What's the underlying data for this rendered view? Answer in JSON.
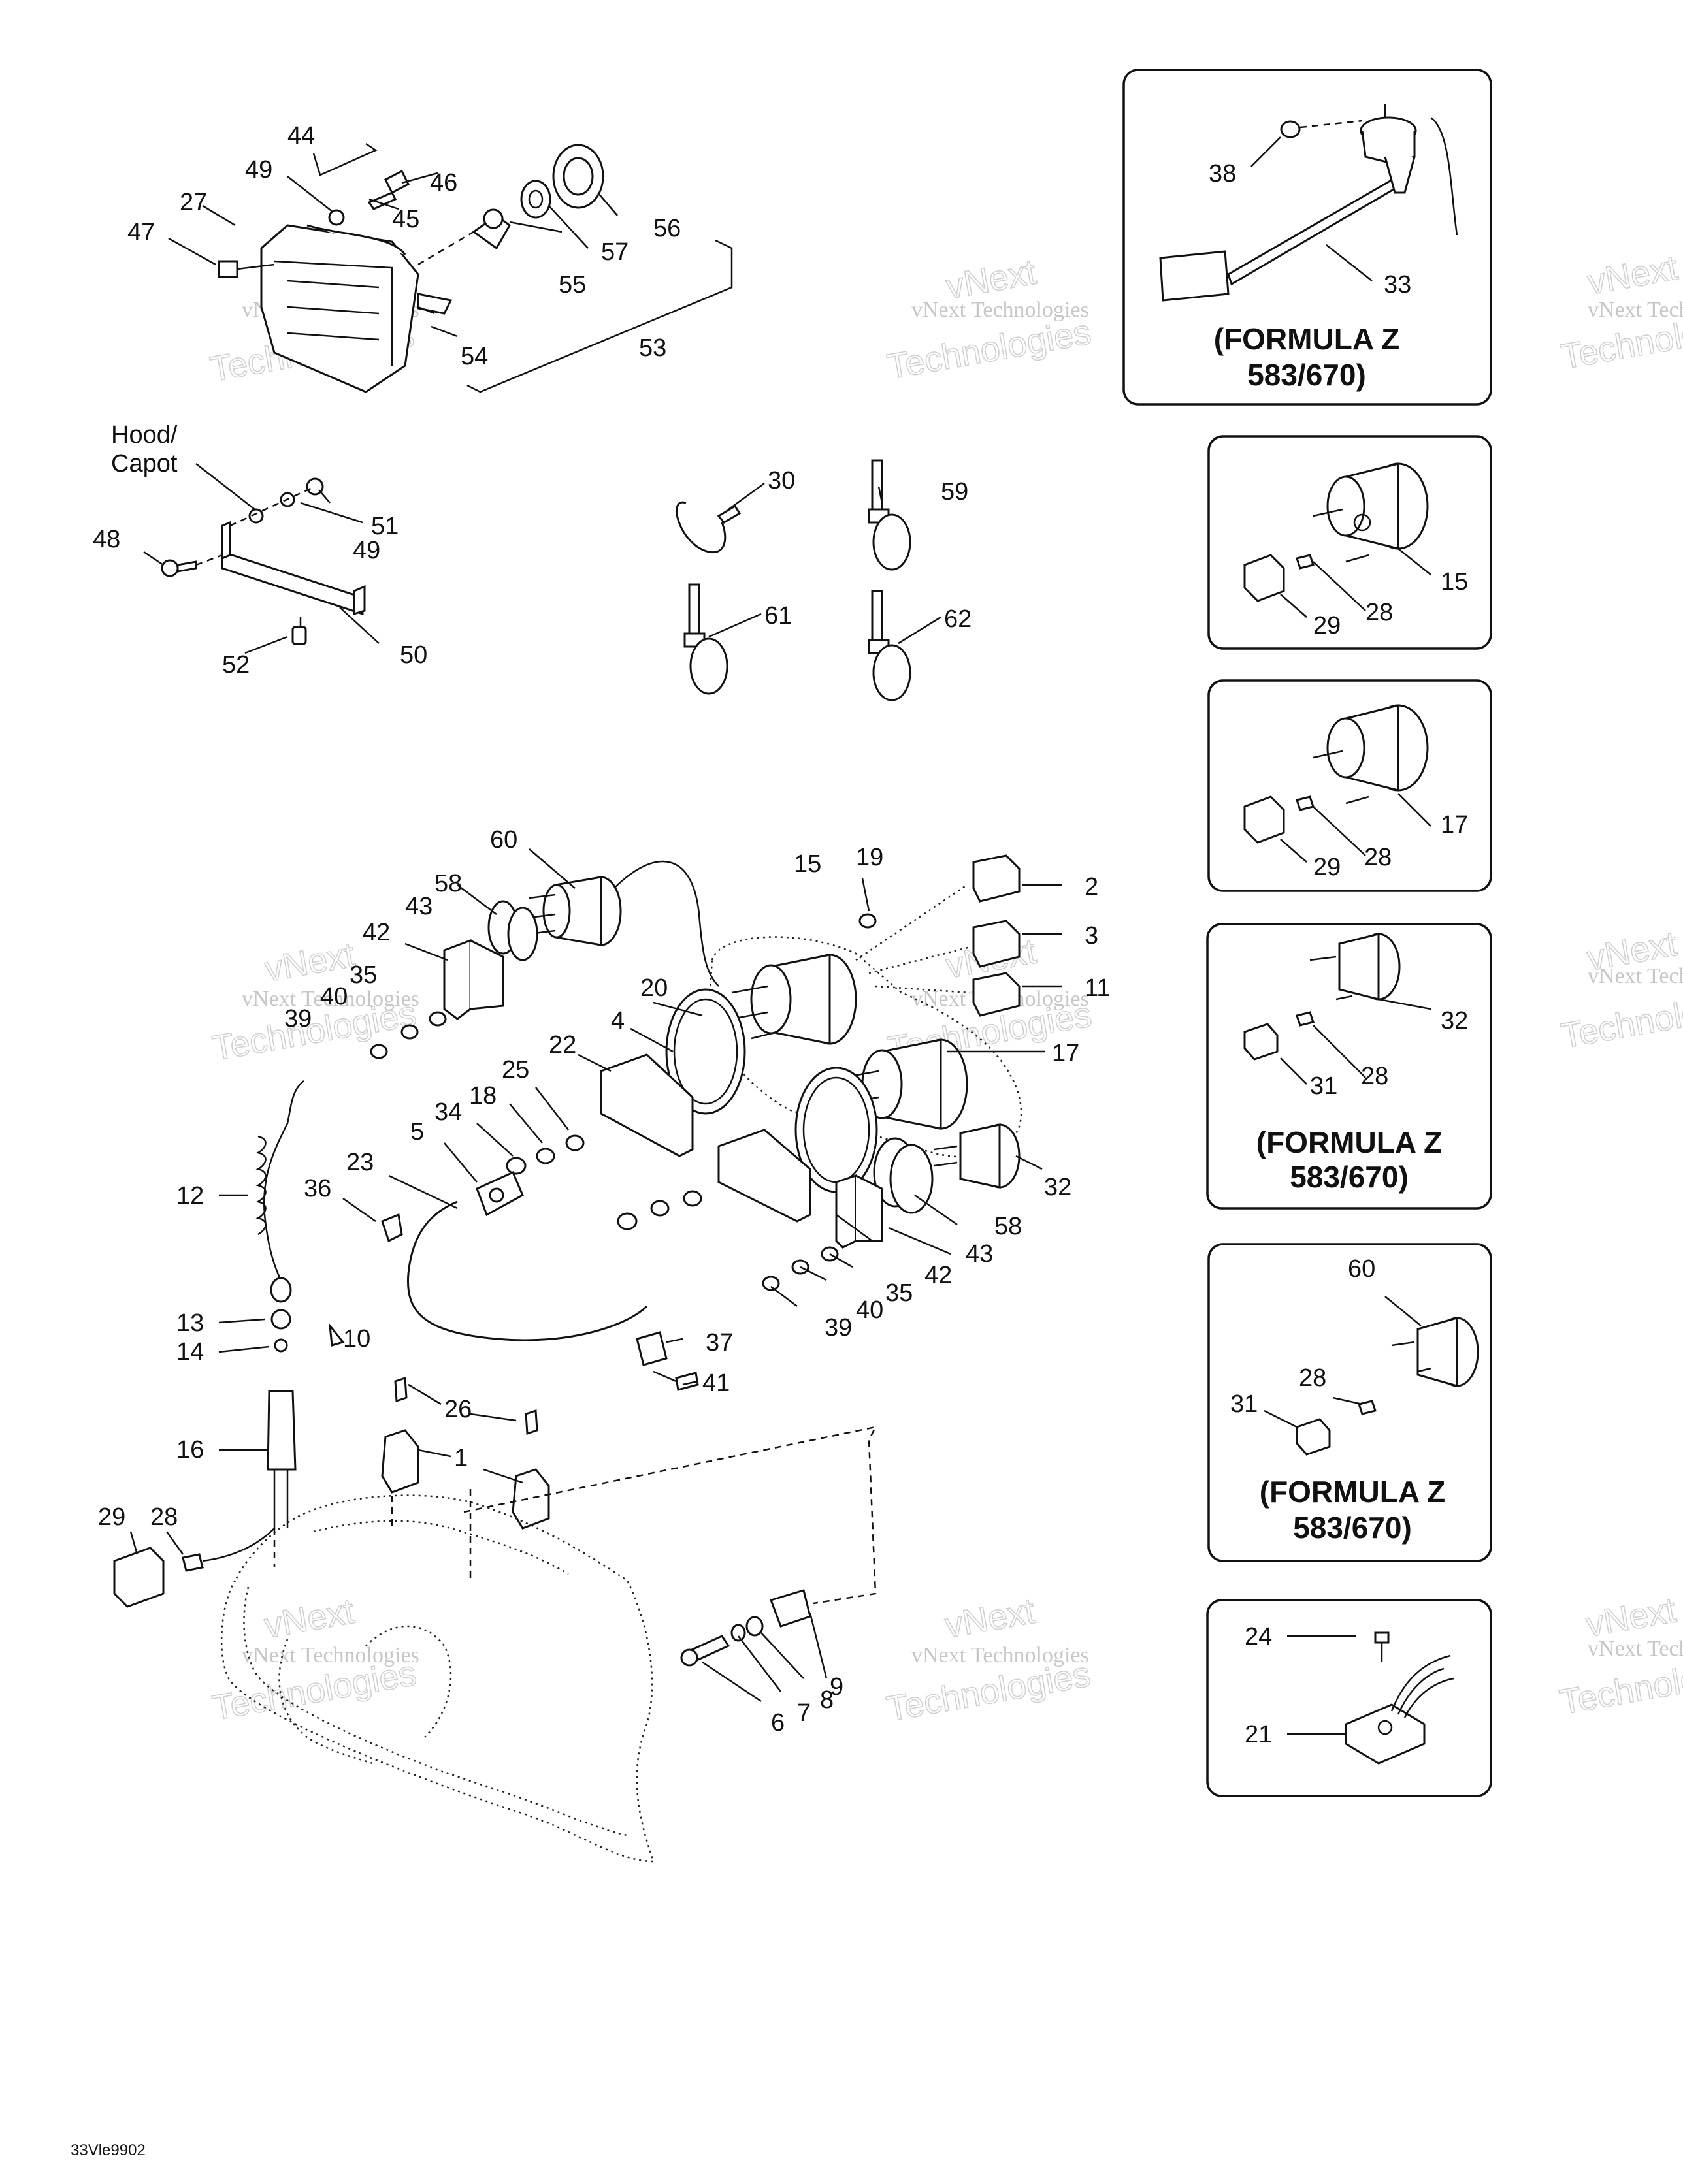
{
  "hood_label": [
    "Hood/",
    "Capot"
  ],
  "formula_note": [
    "(FORMULA Z",
    "583/670)"
  ],
  "figure_code": "33Vle9902",
  "watermark": [
    "vNext Technologies",
    "vNext",
    "Technologies"
  ],
  "callouts": [
    "44",
    "49",
    "46",
    "27",
    "45",
    "47",
    "56",
    "57",
    "55",
    "54",
    "53",
    "30",
    "59",
    "51",
    "49",
    "48",
    "50",
    "52",
    "61",
    "62",
    "60",
    "15",
    "19",
    "2",
    "58",
    "3",
    "43",
    "42",
    "35",
    "11",
    "40",
    "20",
    "39",
    "4",
    "17",
    "22",
    "25",
    "18",
    "34",
    "5",
    "32",
    "23",
    "36",
    "12",
    "58",
    "43",
    "42",
    "35",
    "40",
    "39",
    "37",
    "13",
    "10",
    "14",
    "41",
    "26",
    "1",
    "16",
    "29",
    "28",
    "9",
    "8",
    "7",
    "6"
  ],
  "inset_callouts": {
    "inset1": [
      "38",
      "33"
    ],
    "inset2": [
      "15",
      "28",
      "29"
    ],
    "inset3": [
      "17",
      "28",
      "29"
    ],
    "inset4": [
      "32",
      "28",
      "31"
    ],
    "inset5": [
      "60",
      "28",
      "31"
    ],
    "inset6": [
      "24",
      "21"
    ]
  }
}
